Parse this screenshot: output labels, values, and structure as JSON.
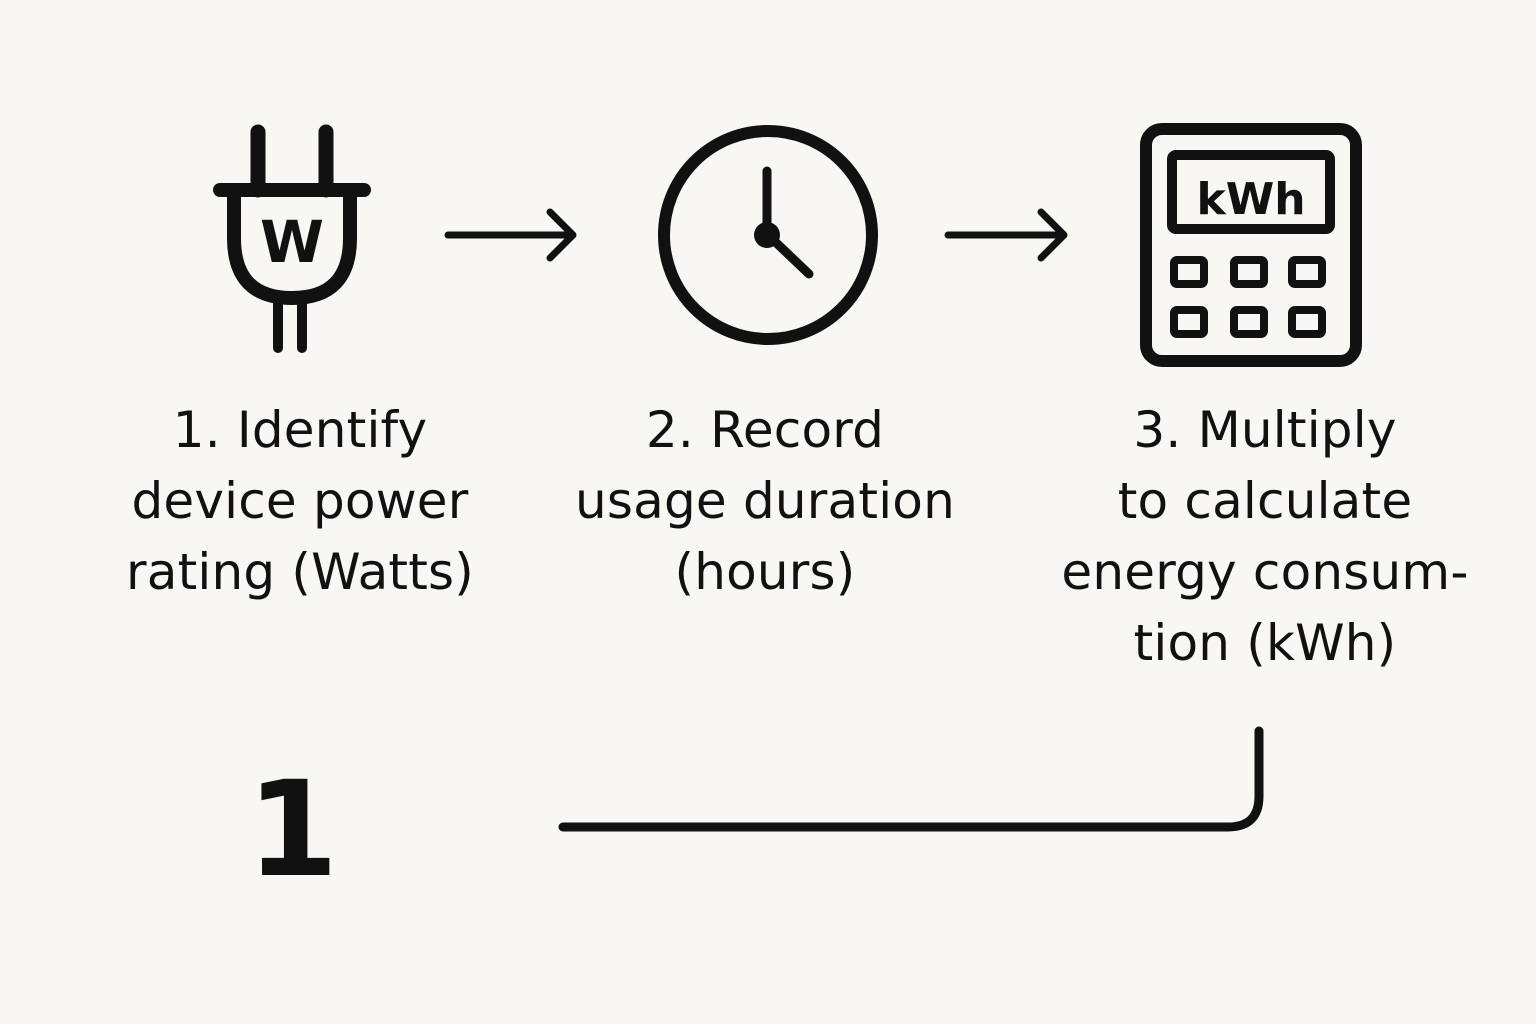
{
  "diagram": {
    "colors": {
      "background": "#f8f7f3",
      "ink": "#111111"
    },
    "steps": [
      {
        "icon": "plug-icon",
        "icon_text": "W",
        "label_lines": [
          "1. Identify",
          "device power",
          "rating (Watts)"
        ]
      },
      {
        "icon": "clock-icon",
        "label_lines": [
          "2. Record",
          "usage duration",
          "(hours)"
        ]
      },
      {
        "icon": "calculator-icon",
        "icon_text": "kWh",
        "label_lines": [
          "3. Multiply",
          "to calculate",
          "energy consum-",
          "tion (kWh)"
        ]
      }
    ],
    "connectors": [
      "arrow-right-icon",
      "arrow-right-icon",
      "loop-back-connector"
    ],
    "corner_number": "1"
  }
}
